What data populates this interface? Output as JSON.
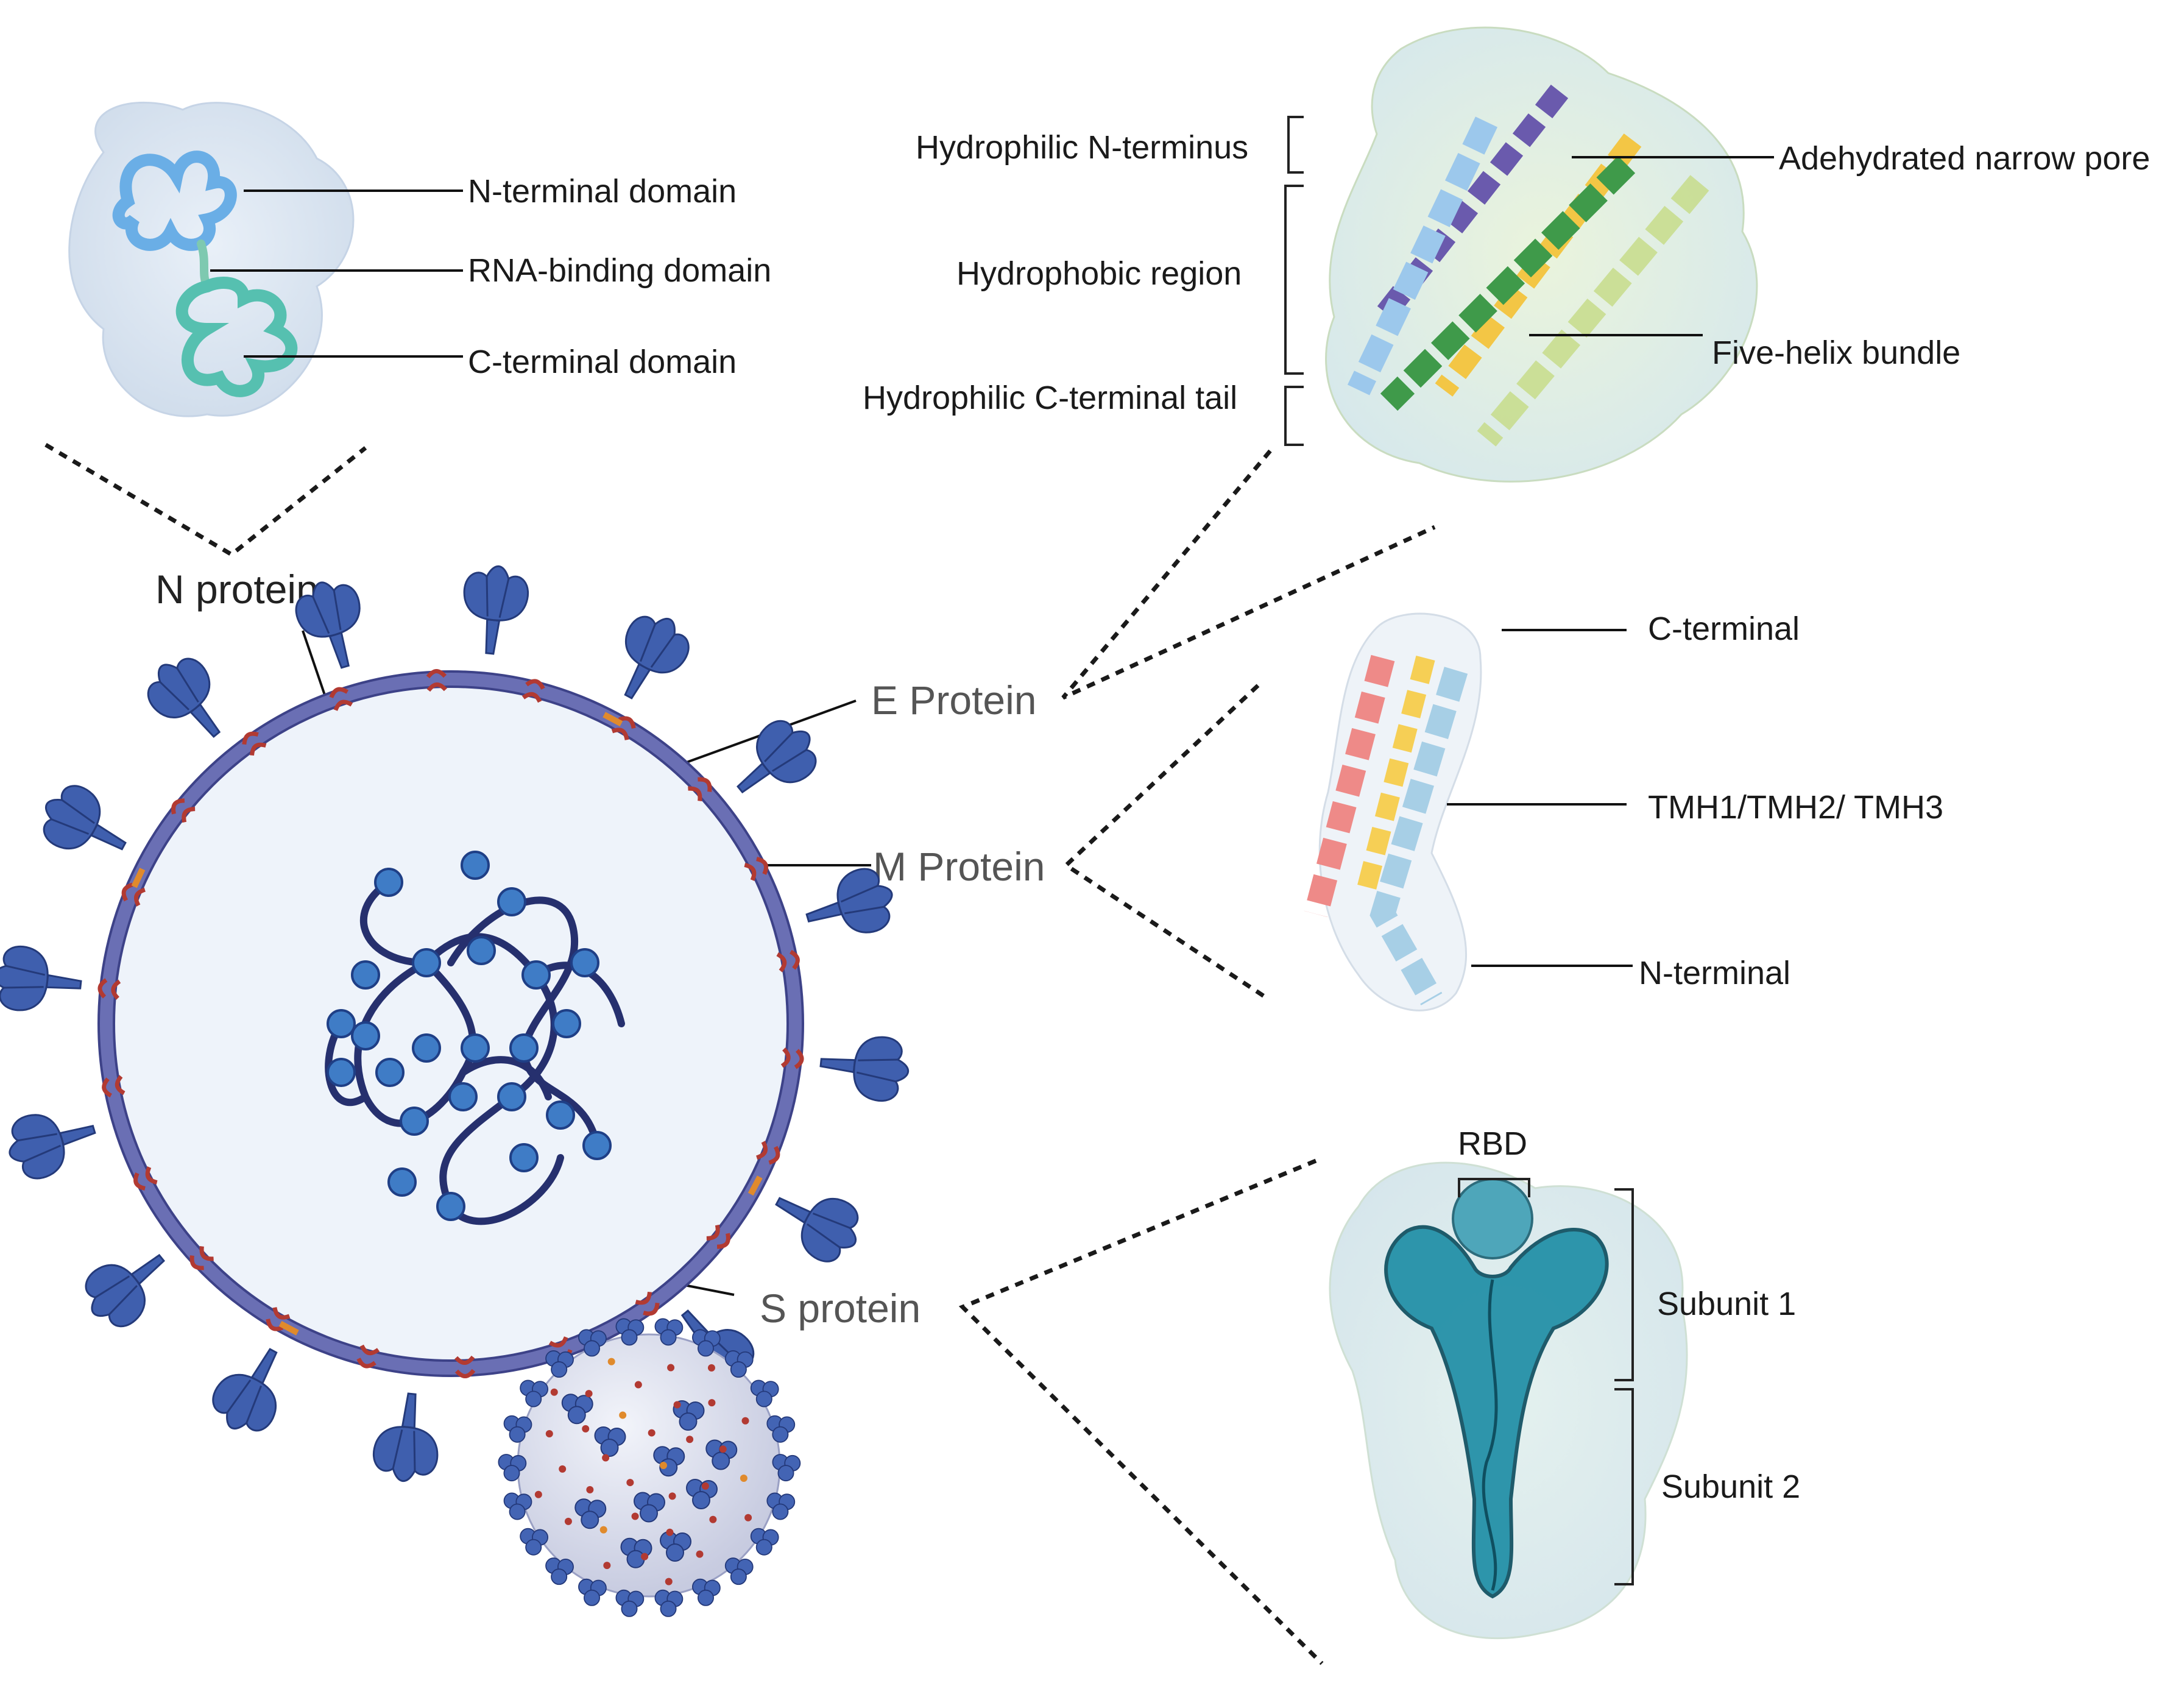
{
  "n_protein": {
    "title": "N protein",
    "labels": [
      "N-terminal domain",
      "RNA-binding domain",
      "C-terminal domain"
    ]
  },
  "e_protein": {
    "title": "E Protein",
    "left_labels": [
      "Hydrophilic N-terminus",
      "Hydrophobic region",
      "Hydrophilic C-terminal tail"
    ],
    "right_labels": [
      "Adehydrated narrow pore",
      "Five-helix bundle"
    ]
  },
  "m_protein": {
    "title": "M Protein",
    "labels": [
      "C-terminal",
      "TMH1/TMH2/ TMH3",
      "N-terminal"
    ]
  },
  "s_protein": {
    "title": "S protein",
    "labels": [
      "RBD",
      "Subunit 1",
      "Subunit 2"
    ]
  },
  "colors": {
    "spike_blue": "#3f5fae",
    "envelope": "#6a6fb4",
    "m_red": "#b23a32",
    "e_orange": "#e08a2c",
    "rna_navy": "#26306e",
    "n_bead": "#3f7cc6",
    "s_teal": "#1f8ea6"
  }
}
